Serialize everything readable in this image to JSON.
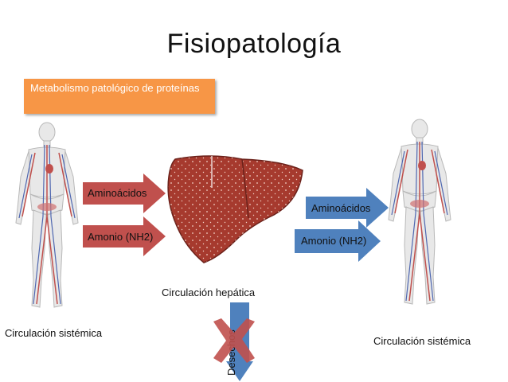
{
  "title": "Fisiopatología",
  "box": {
    "text": "Metabolismo patológico  de proteínas",
    "color": "#f79646"
  },
  "left_arrows": [
    {
      "label": "Aminoácidos",
      "color": "#c0504d"
    },
    {
      "label": "Amonio (NH2)",
      "color": "#c0504d"
    }
  ],
  "right_arrows": [
    {
      "label": "Aminoácidos",
      "color": "#4f81bd"
    },
    {
      "label": "Amonio (NH2)",
      "color": "#4f81bd"
    }
  ],
  "down_arrow": {
    "label": "Desechos",
    "color": "#4f81bd",
    "cross_color": "#c0504d"
  },
  "labels": {
    "hepatic": "Circulación hepática",
    "systemic_left": "Circulación sistémica",
    "systemic_right": "Circulación sistémica"
  },
  "icons": [
    "human-body-left-icon",
    "liver-icon",
    "human-body-right-icon",
    "cross-icon"
  ]
}
